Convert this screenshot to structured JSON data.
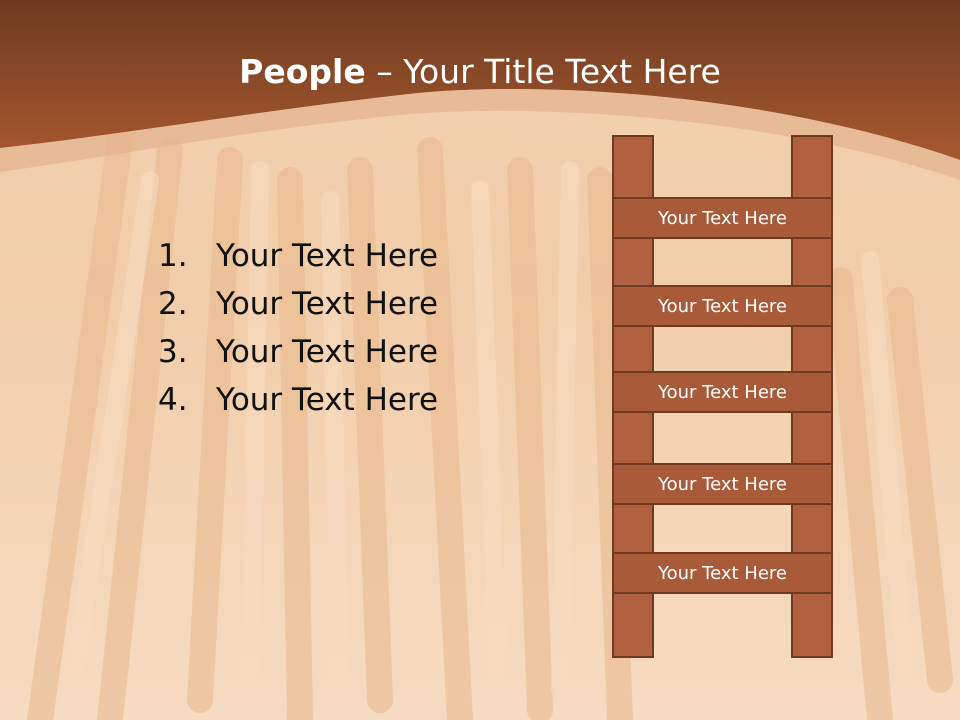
{
  "title": {
    "bold": "People",
    "rest": " – Your Title Text Here"
  },
  "list": [
    {
      "num": "1.",
      "text": "Your Text Here"
    },
    {
      "num": "2.",
      "text": "Your Text Here"
    },
    {
      "num": "3.",
      "text": "Your Text Here"
    },
    {
      "num": "4.",
      "text": "Your Text Here"
    }
  ],
  "ladder": {
    "rungs": [
      "Your Text Here",
      "Your Text Here",
      "Your Text Here",
      "Your Text Here",
      "Your Text Here"
    ]
  },
  "colors": {
    "header": "#8e4a2c",
    "rung": "#a95a39",
    "rung_border": "#6f3a1f"
  }
}
